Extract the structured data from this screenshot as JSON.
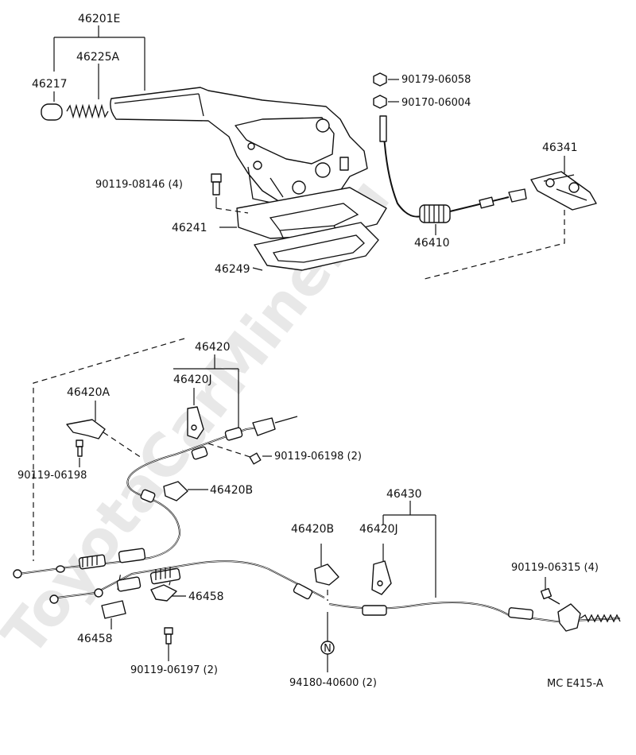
{
  "watermark": "ToyotaCarMine.ru",
  "figure_code": "MC  E415-A",
  "callouts": {
    "p46201E": "46201E",
    "p46225A": "46225A",
    "p46217": "46217",
    "p90179": "90179-06058",
    "p90170": "90170-06004",
    "p46341": "46341",
    "p90119_08146": "90119-08146 (4)",
    "p46241": "46241",
    "p46410": "46410",
    "p46249": "46249",
    "p46420": "46420",
    "p46420J_top": "46420J",
    "p46420A": "46420A",
    "p90119_06198_2": "90119-06198 (2)",
    "p90119_06198": "90119-06198",
    "p46420B_top": "46420B",
    "p46430": "46430",
    "p46420B_bot": "46420B",
    "p46420J_bot": "46420J",
    "p90119_06315": "90119-06315 (4)",
    "p46458_right": "46458",
    "p46458_left": "46458",
    "p90119_06197": "90119-06197 (2)",
    "p94180": "94180-40600 (2)",
    "note_symbol": "N"
  }
}
